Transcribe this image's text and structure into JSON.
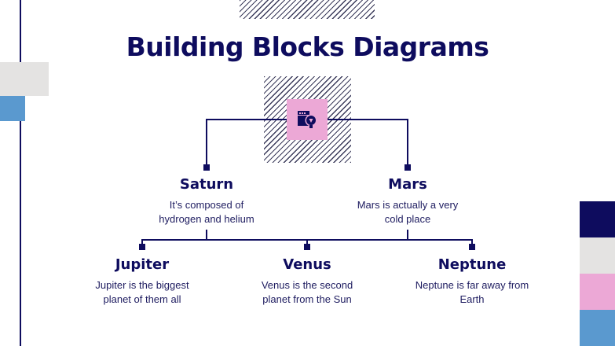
{
  "slide": {
    "title": "Building Blocks Diagrams",
    "colors": {
      "navy": "#0e0c5e",
      "light_gray": "#e4e3e2",
      "pink": "#eca8d6",
      "blue": "#5a99cf"
    },
    "center_icon": "browser-lightbulb-icon"
  },
  "level1": [
    {
      "name": "Saturn",
      "desc_line1": "It’s composed of",
      "desc_line2": "hydrogen and helium"
    },
    {
      "name": "Mars",
      "desc_line1": "Mars is actually a very",
      "desc_line2": "cold place"
    }
  ],
  "level2": [
    {
      "name": "Jupiter",
      "desc_line1": "Jupiter is the biggest",
      "desc_line2": "planet of them all"
    },
    {
      "name": "Venus",
      "desc_line1": "Venus is the second",
      "desc_line2": "planet from the Sun"
    },
    {
      "name": "Neptune",
      "desc_line1": "Neptune is far away from",
      "desc_line2": "Earth"
    }
  ]
}
